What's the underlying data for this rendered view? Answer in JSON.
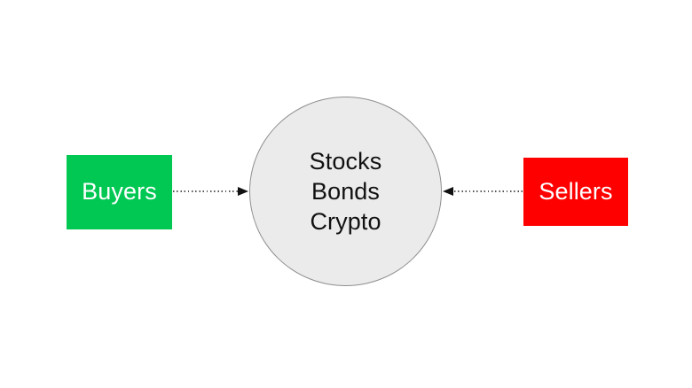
{
  "diagram": {
    "title": "Market participants flow diagram",
    "background_color": "#ffffff",
    "nodes": {
      "buyers": {
        "label": "Buyers",
        "shape": "rectangle",
        "fill_color": "#00c853",
        "text_color": "#ffffff"
      },
      "sellers": {
        "label": "Sellers",
        "shape": "rectangle",
        "fill_color": "#ff0000",
        "text_color": "#ffffff"
      },
      "market": {
        "shape": "circle",
        "fill_color": "#ebebeb",
        "border_color": "#8f8f8f",
        "text_color": "#111111",
        "lines": [
          "Stocks",
          "Bonds",
          "Crypto"
        ]
      }
    },
    "connectors": [
      {
        "id": "buyers-to-market",
        "from": "buyers",
        "to": "market",
        "style": "dotted",
        "direction": "right",
        "color": "#555555",
        "arrowhead_color": "#111111"
      },
      {
        "id": "sellers-to-market",
        "from": "sellers",
        "to": "market",
        "style": "dotted",
        "direction": "left",
        "color": "#555555",
        "arrowhead_color": "#111111"
      }
    ]
  }
}
